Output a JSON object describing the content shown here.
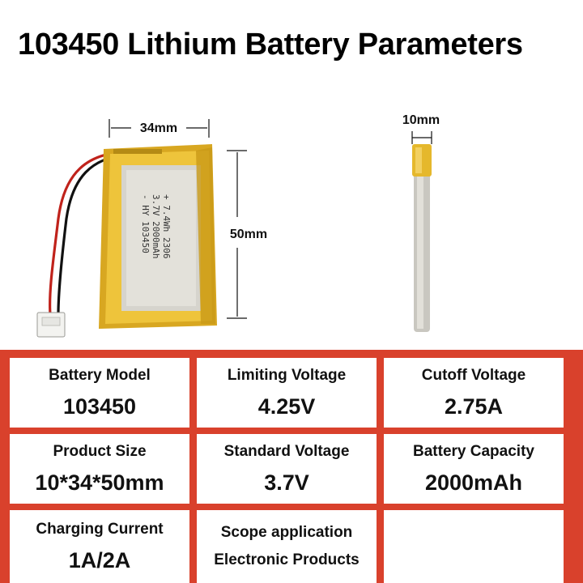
{
  "title": "103450 Lithium Battery Parameters",
  "dimensions": {
    "width": "34mm",
    "height": "50mm",
    "thickness": "10mm"
  },
  "battery_label": {
    "line1": "- HY  103450",
    "line2": "3.7V 2000mAh",
    "line3": "+ 7.4Wh  2306"
  },
  "table": {
    "cells": [
      {
        "label": "Battery Model",
        "value": "103450"
      },
      {
        "label": "Limiting Voltage",
        "value": "4.25V"
      },
      {
        "label": "Cutoff Voltage",
        "value": "2.75A"
      },
      {
        "label": "Product Size",
        "value": "10*34*50mm"
      },
      {
        "label": "Standard Voltage",
        "value": "3.7V"
      },
      {
        "label": "Battery Capacity",
        "value": "2000mAh"
      },
      {
        "label": "Charging Current",
        "value": "1A/2A"
      },
      {
        "label": "Scope application",
        "value": "Electronic Products"
      },
      {
        "label": "",
        "value": ""
      }
    ]
  },
  "colors": {
    "table_border": "#d9412c",
    "battery_gold": "#e5b82c",
    "battery_silver": "#c9c7c0",
    "wire_red": "#c0221b",
    "wire_black": "#111111"
  }
}
